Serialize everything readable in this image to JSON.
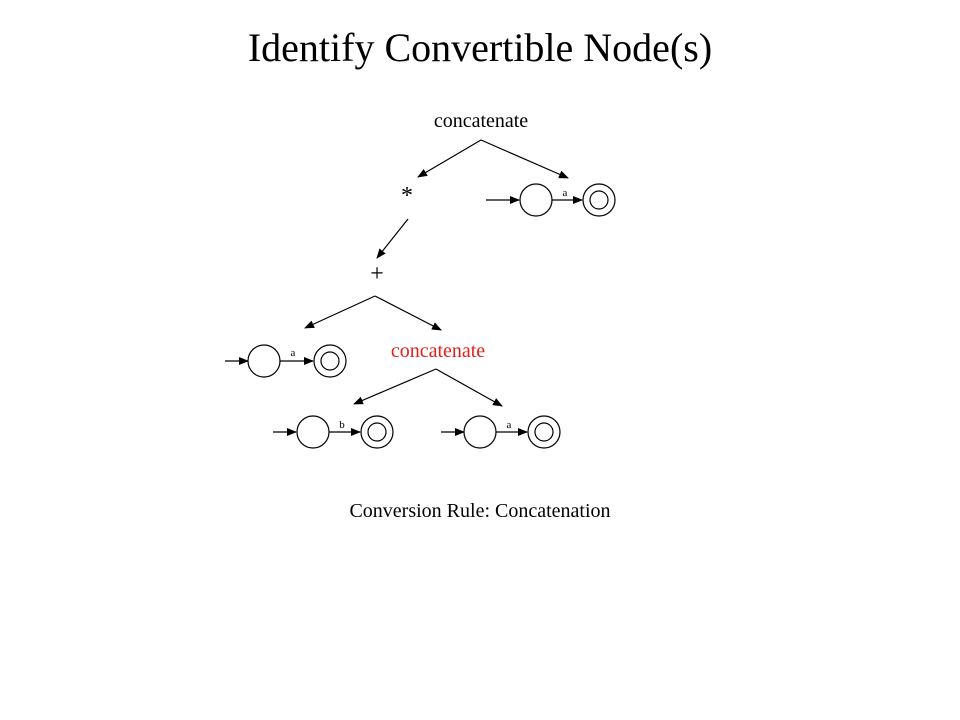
{
  "slide": {
    "title": "Identify Convertible Node(s)",
    "caption": "Conversion Rule: Concatenation"
  },
  "tree": {
    "root_label": "concatenate",
    "star_label": "*",
    "plus_label": "+",
    "highlight_label": "concatenate",
    "highlight_color": "#e0201a"
  },
  "nfa": {
    "top_right_symbol": "a",
    "left_symbol": "a",
    "bottom_left_symbol": "b",
    "bottom_right_symbol": "a"
  }
}
